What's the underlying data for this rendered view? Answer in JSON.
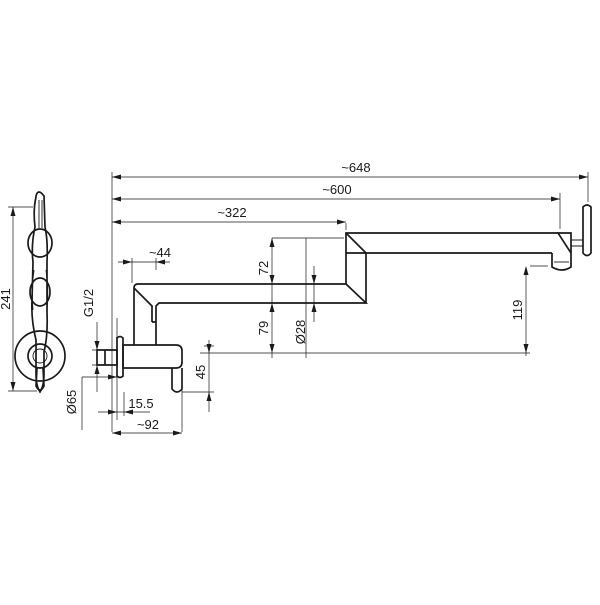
{
  "dimensions": {
    "overall_length": "~648",
    "arm_length": "~600",
    "lower_arm_length": "~322",
    "lower_arm_offset": "~44",
    "height": "241",
    "upper_step": "72",
    "lower_step": "79",
    "tube_diameter": "Ø28",
    "spout_drop": "119",
    "thread": "G1/2",
    "flange_diameter": "Ø65",
    "valve_height": "45",
    "flange_depth": "15.5",
    "wall_projection": "~92"
  }
}
